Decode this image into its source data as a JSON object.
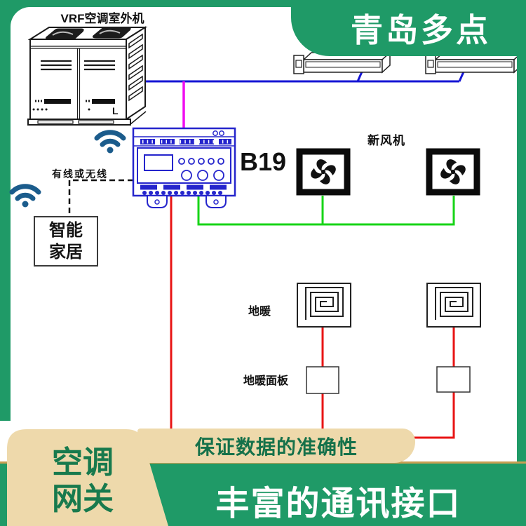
{
  "brand_banner": {
    "text": "青岛多点"
  },
  "diagram": {
    "vrf_label": "VRF空调室外机",
    "vrf_unit_mark": "L",
    "controller_label": "B19",
    "connection_label": "有线或无线",
    "smart_home": {
      "line1": "智能",
      "line2": "家居"
    },
    "fresh_air_label": "新风机",
    "floor_heating_label": "地暖",
    "floor_heating_panel_label": "地暖面板"
  },
  "footer": {
    "gateway": {
      "line1": "空调",
      "line2": "网关"
    },
    "accuracy_text": "保证数据的准确性",
    "interface_text": "丰富的通讯接口"
  },
  "colors": {
    "brand_green": "#1f9a67",
    "panel_white": "#ffffff",
    "tan_band": "#eed9ab",
    "gold_border": "#c89f52",
    "dark_green_text": "#15714a",
    "device_blue": "#2525cc",
    "wire_blue": "#1414d4",
    "wire_magenta": "#f00df0",
    "wire_red": "#e81414",
    "wire_green": "#17d417",
    "wifi_blue": "#1b5c8c",
    "line_black": "#222222"
  }
}
